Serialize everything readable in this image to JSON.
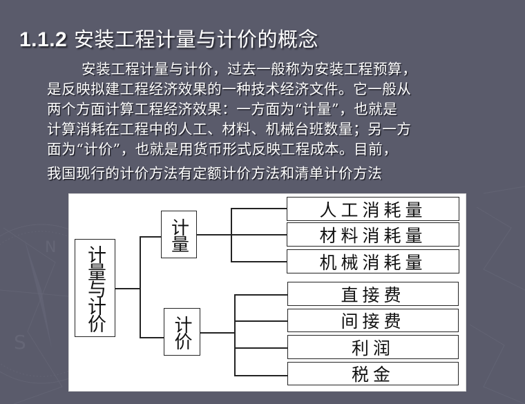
{
  "slide": {
    "title_number": "1.1.2",
    "title_text": "安装工程计量与计价的概念",
    "paragraph_lines": [
      "安装工程计量与计价，过去一般称为安装工程预算，",
      "是反映拟建工程经济效果的一种技术经济文件。它一般从",
      "两个方面计算工程经济效果：一方面为“计量”，也就是",
      "计算消耗在工程中的人工、材料、机械台班数量；另一方",
      "面为“计价”，也就是用货币形式反映工程成本。目前，",
      "我国现行的计价方法有定额计价方法和清单计价方法"
    ],
    "colors": {
      "background": "#5a5b6b",
      "text": "#ffffff",
      "panel": "#ffffff",
      "lines": "#222222"
    }
  },
  "diagram": {
    "root": "计量与计价",
    "branches": [
      {
        "label": "计量",
        "children": [
          "人工消耗量",
          "材料消耗量",
          "机械消耗量"
        ]
      },
      {
        "label": "计价",
        "children": [
          "直接费",
          "间接费",
          "利润",
          "税金"
        ]
      }
    ]
  }
}
